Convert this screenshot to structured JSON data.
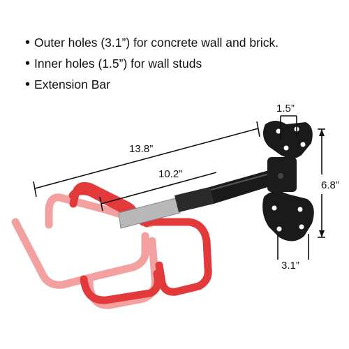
{
  "bullets": [
    {
      "text": "Outer holes (3.1”)  for  concrete wall and brick."
    },
    {
      "text": "Inner holes (1.5”)  for wall studs"
    },
    {
      "text": "Extension Bar"
    }
  ],
  "dimensions": {
    "plate_top_width": "1.5”",
    "overall_length": "13.8”",
    "collapsed_length": "10.2”",
    "plate_height": "6.8”",
    "plate_bottom_width": "3.1”"
  },
  "colors": {
    "hook_red": "#e23a3a",
    "hook_red_faded": "#f08a8a",
    "bracket_black": "#1a1a1a",
    "dimension_line": "#111111"
  },
  "icons": {
    "bullet": "bullet-dot-icon",
    "product": "bike-hanger-illustration"
  }
}
